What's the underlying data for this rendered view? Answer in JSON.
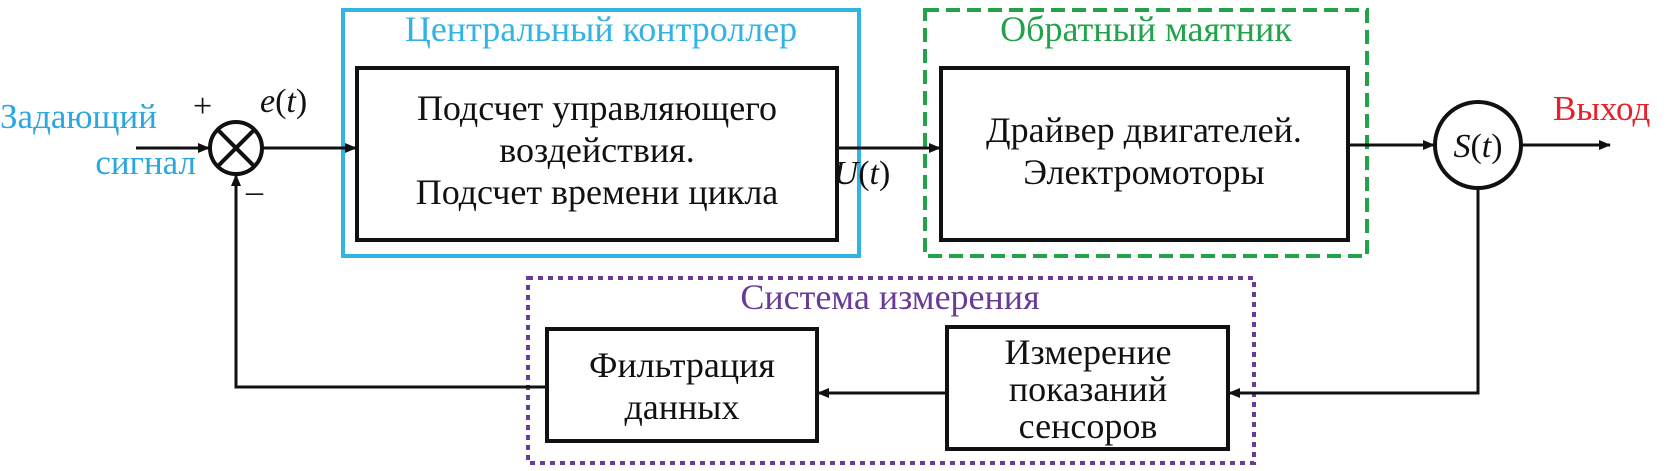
{
  "colors": {
    "controller": "#33b3e4",
    "pendulum": "#22a24a",
    "measurement": "#6a3b96",
    "input": "#2aa8dd",
    "output": "#e8202a",
    "line": "#111111"
  },
  "input": {
    "line1": "Задающий",
    "line2": "сигнал"
  },
  "output": {
    "label": "Выход"
  },
  "summer": {
    "plus": "+",
    "minus": "–",
    "error_fn": "e",
    "error_arg": "t"
  },
  "controller": {
    "title": "Центральный контроллер",
    "block": {
      "line1": "Подсчет управляющего",
      "line2": "воздействия.",
      "line3": "Подсчет времени цикла"
    }
  },
  "control_signal": {
    "fn": "U",
    "arg": "t"
  },
  "pendulum": {
    "title": "Обратный маятник",
    "block": {
      "line1": "Драйвер двигателей.",
      "line2": "Электромоторы"
    }
  },
  "state": {
    "fn": "S",
    "arg": "t"
  },
  "measurement": {
    "title": "Система измерения",
    "filter_block": {
      "line1": "Фильтрация",
      "line2": "данных"
    },
    "sensor_block": {
      "line1": "Измерение",
      "line2": "показаний",
      "line3": "сенсоров"
    }
  }
}
